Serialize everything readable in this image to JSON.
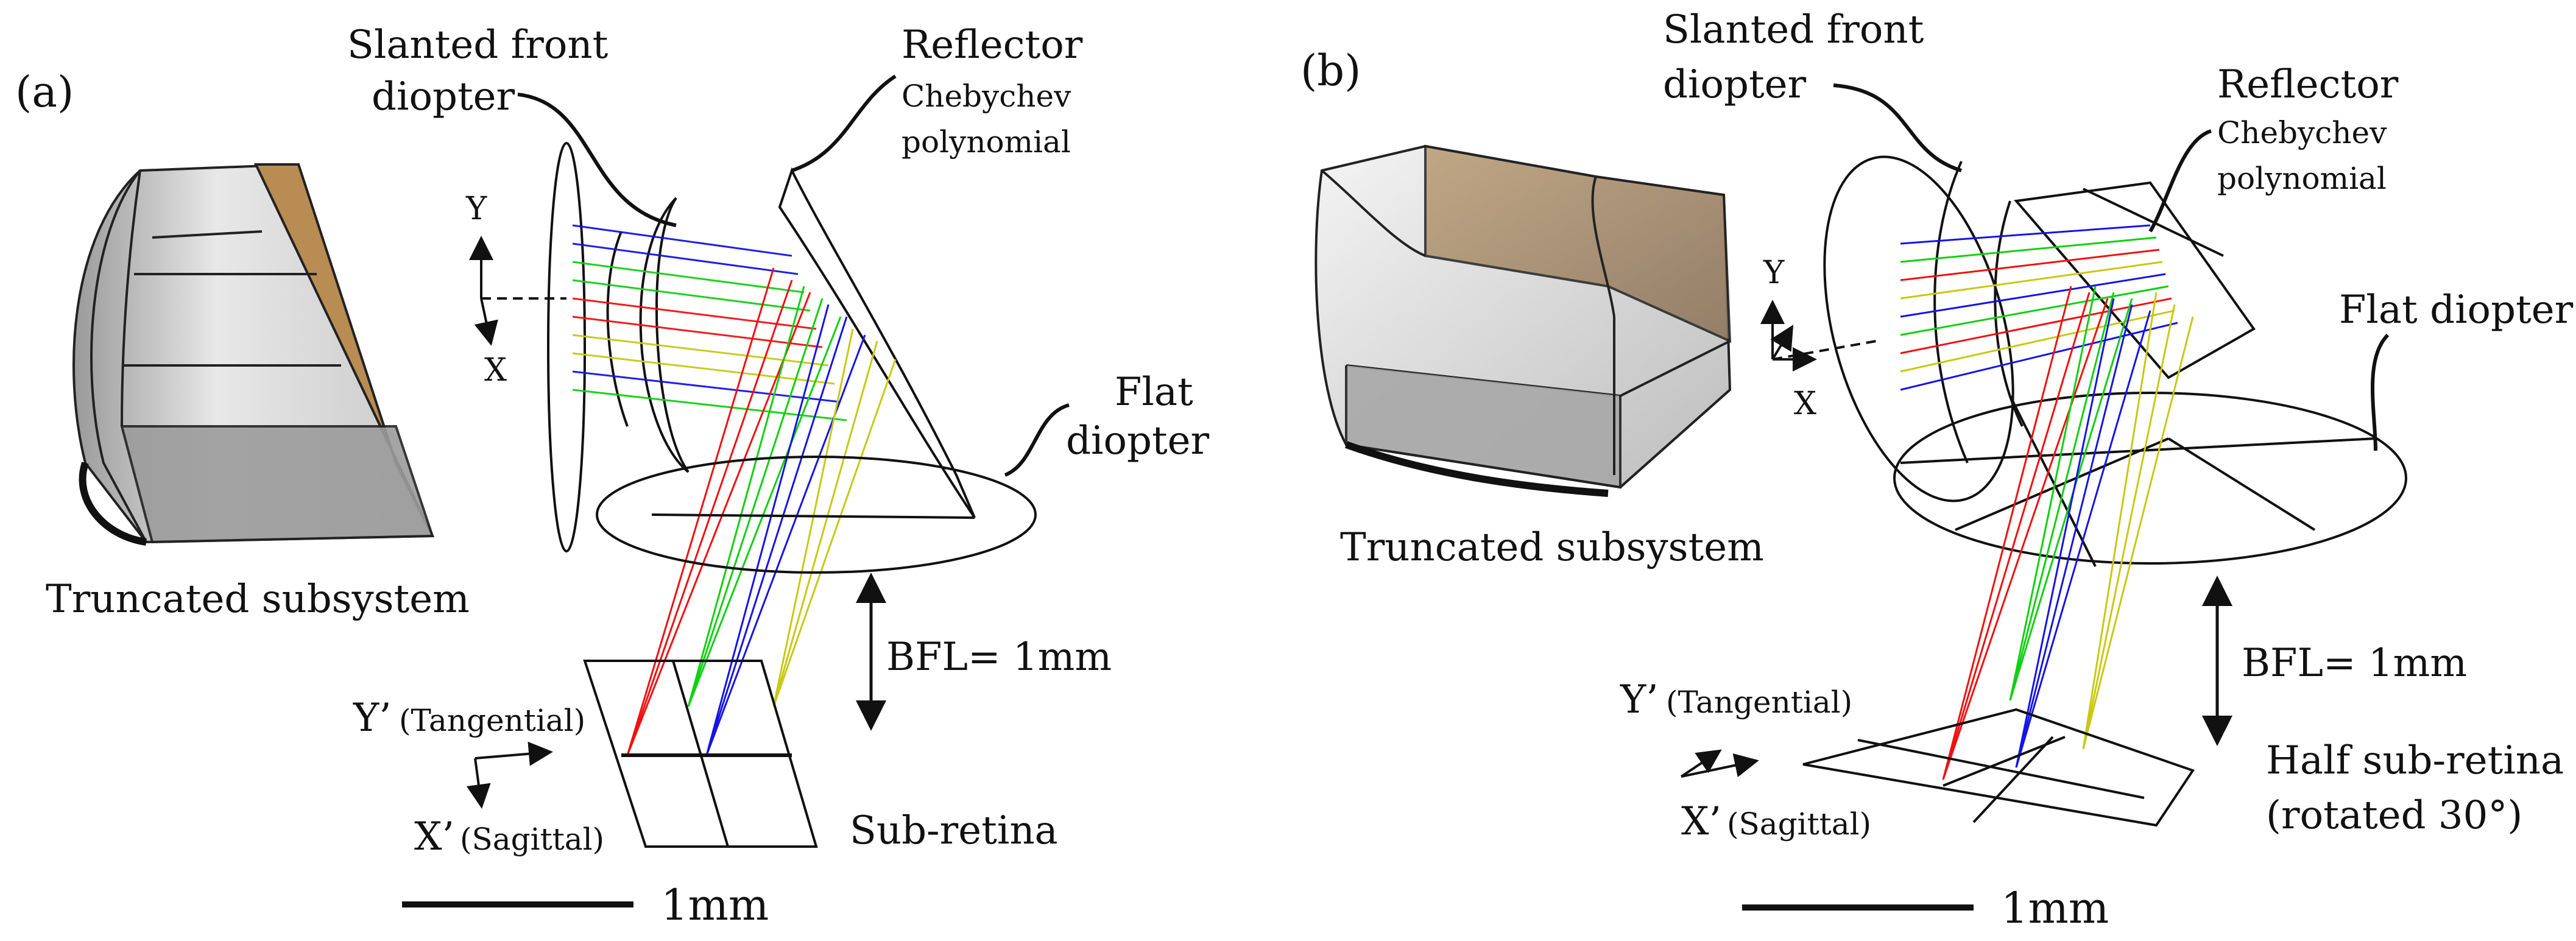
{
  "panel_a": {
    "tag": "(a)",
    "slanted_front_1": "Slanted front",
    "slanted_front_2": "diopter",
    "reflector": "Reflector",
    "cheby_1": "Chebychev",
    "cheby_2": "polynomial",
    "flat_1": "Flat",
    "flat_2": "diopter",
    "axis_y": "Y",
    "axis_x": "X",
    "bfl": "BFL= 1mm",
    "yprime": "Y’",
    "yprime_sub": "(Tangential)",
    "xprime": "X’",
    "xprime_sub": "(Sagittal)",
    "subretina": "Sub-retina",
    "truncated": "Truncated subsystem",
    "scale": "1mm"
  },
  "panel_b": {
    "tag": "(b)",
    "slanted_front_1": "Slanted front",
    "slanted_front_2": "diopter",
    "reflector": "Reflector",
    "cheby_1": "Chebychev",
    "cheby_2": "polynomial",
    "flat": "Flat diopter",
    "axis_y": "Y",
    "axis_x": "X",
    "bfl": "BFL= 1mm",
    "yprime": "Y’",
    "yprime_sub": "(Tangential)",
    "xprime": "X’",
    "xprime_sub": "(Sagittal)",
    "half_1": "Half sub-retina",
    "half_2": "(rotated 30°)",
    "truncated": "Truncated subsystem",
    "scale": "1mm"
  },
  "ray_colors": {
    "blue": "#1414e6",
    "green": "#10d010",
    "red": "#f01010",
    "yellow": "#c8c814",
    "surface": "#b88c52"
  }
}
